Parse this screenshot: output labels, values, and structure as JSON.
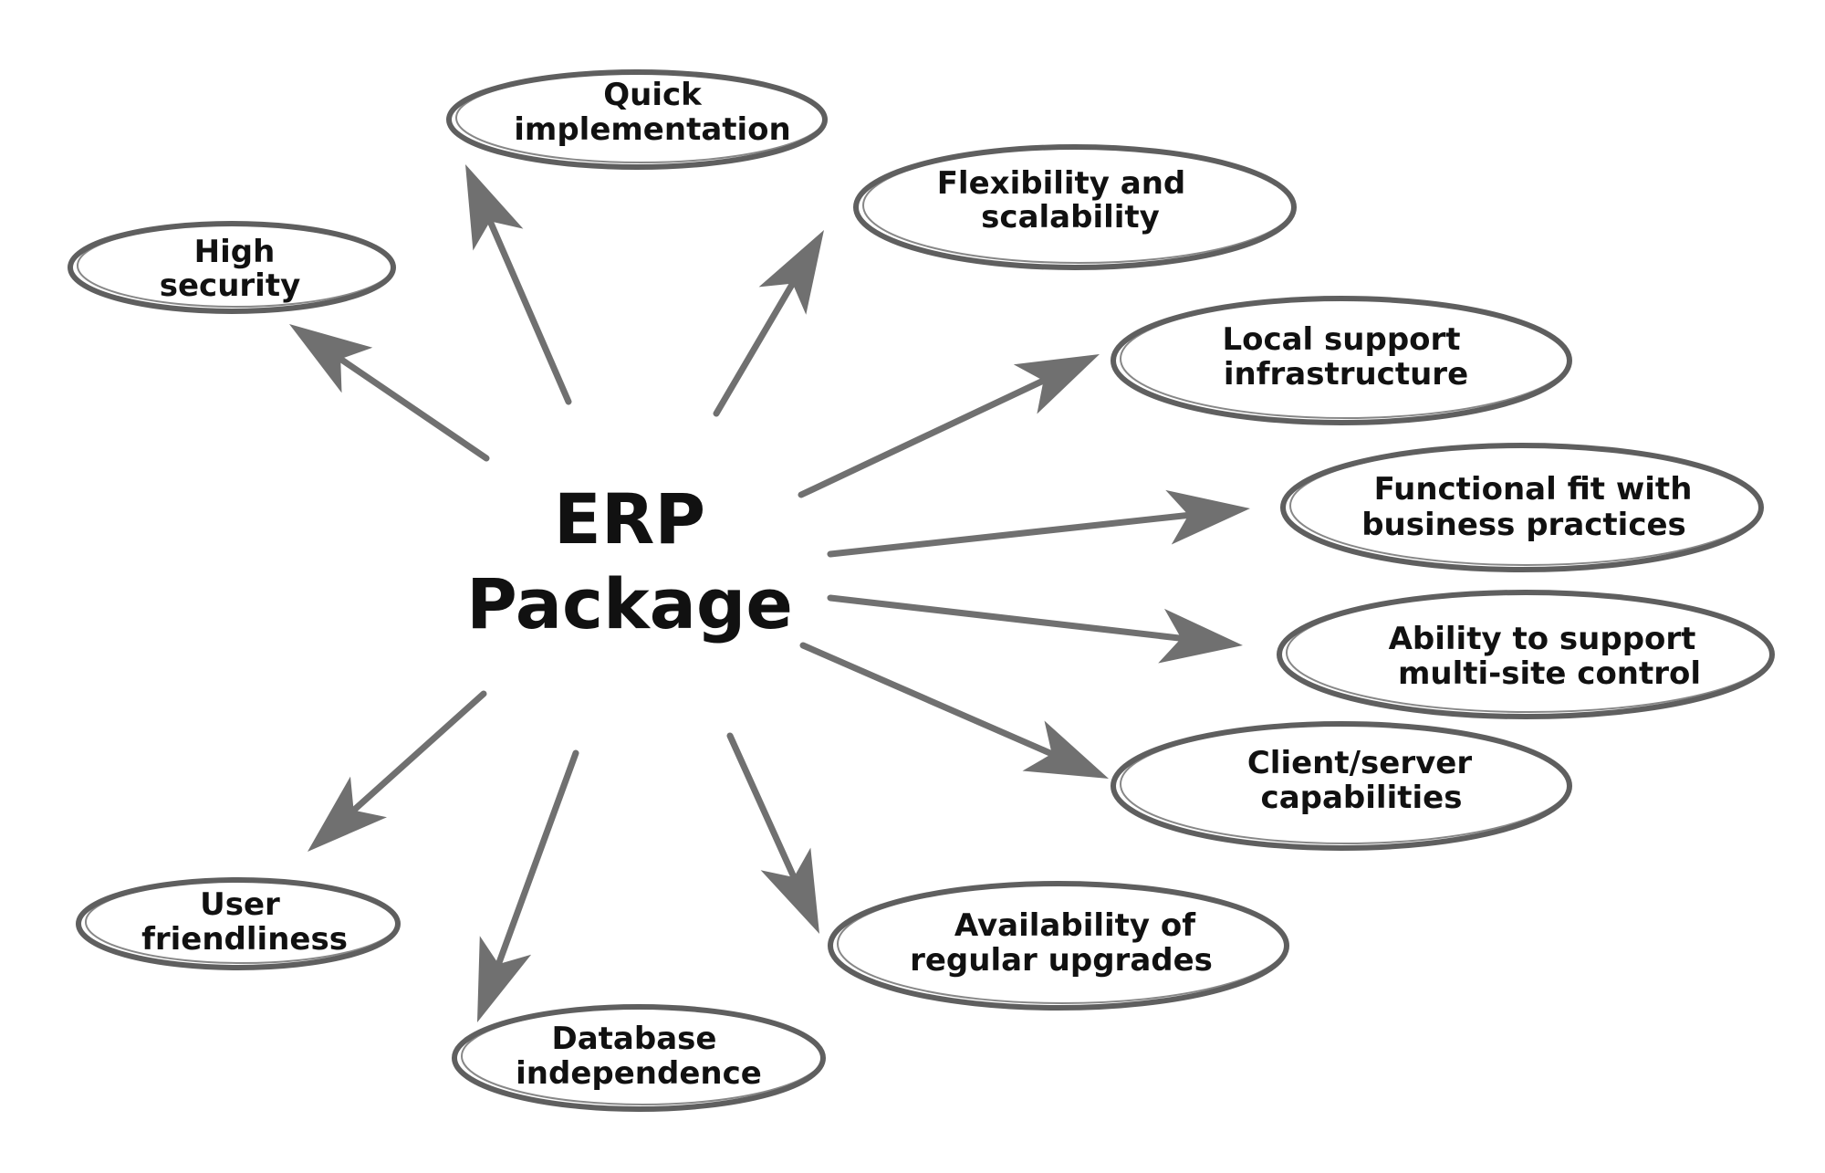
{
  "center": {
    "lines": [
      "ERP",
      "Package"
    ]
  },
  "nodes": [
    {
      "id": "quick-implementation",
      "lines": [
        "Quick",
        "implementation"
      ]
    },
    {
      "id": "flexibility-scalability",
      "lines": [
        "Flexibility and",
        "scalability"
      ]
    },
    {
      "id": "high-security",
      "lines": [
        "High",
        "security"
      ]
    },
    {
      "id": "local-support",
      "lines": [
        "Local support",
        "infrastructure"
      ]
    },
    {
      "id": "functional-fit",
      "lines": [
        "Functional fit with",
        "business practices"
      ]
    },
    {
      "id": "multi-site",
      "lines": [
        "Ability to support",
        "multi-site control"
      ]
    },
    {
      "id": "client-server",
      "lines": [
        "Client/server",
        "capabilities"
      ]
    },
    {
      "id": "user-friendliness",
      "lines": [
        "User",
        "friendliness"
      ]
    },
    {
      "id": "regular-upgrades",
      "lines": [
        "Availability of",
        "regular upgrades"
      ]
    },
    {
      "id": "database-independence",
      "lines": [
        "Database",
        "independence"
      ]
    }
  ],
  "colors": {
    "arrow": "#707070",
    "ellipse": "#5f5f5f",
    "text": "#111111"
  }
}
